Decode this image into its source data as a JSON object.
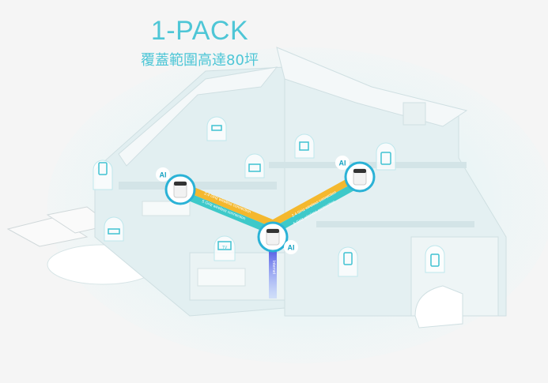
{
  "headline": "1-PACK",
  "subtitle": "覆蓋範圍高達80坪",
  "connections": {
    "band_24": "2.4 GHz wireless connection",
    "band_5": "5 GHz wireless connection",
    "wired": "Internet"
  },
  "node_badge": "AI",
  "tv_label": "TV",
  "colors": {
    "accent": "#4ec6d6",
    "band_24": "#f4b82e",
    "band_5": "#3ec9c9",
    "internet": "#5b63e6"
  }
}
